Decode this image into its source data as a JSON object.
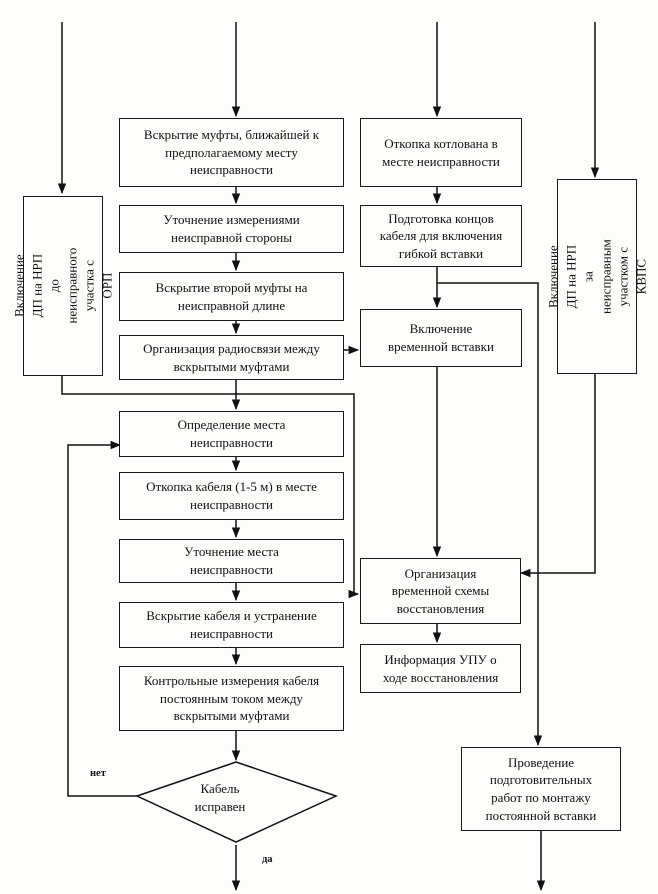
{
  "flowchart": {
    "left_branch": {
      "box_dp_orp": "Включение ДП на НРП\nдо неисправного\nучастка с ОРП"
    },
    "center_column": {
      "open_nearest_coupling": "Вскрытие муфты, ближайшей к\nпредполагаемому месту\nнеисправности",
      "refine_faulty_side": "Уточнение измерениями\nнеисправной стороны",
      "open_second_coupling": "Вскрытие второй муфты на\nнеисправной длине",
      "organize_radio_link": "Организация радиосвязи между\nвскрытыми муфтами",
      "determine_fault_location": "Определение места\nнеисправности",
      "dig_cable": "Откопка кабеля (1-5 м) в месте\nнеисправности",
      "refine_fault_location": "Уточнение места\nнеисправности",
      "open_cable_fix": "Вскрытие кабеля и устранение\nнеисправности",
      "control_measurements": "Контрольные измерения кабеля\nпостоянным током между\nвскрытыми муфтами"
    },
    "decision": {
      "text": "Кабель\nисправен",
      "no_label": "нет",
      "yes_label": "да"
    },
    "right_column": {
      "dig_pit": "Откопка котлована в\nместе неисправности",
      "prepare_cable_ends": "Подготовка концов\nкабеля для включения\nгибкой вставки",
      "temporary_insert": "Включение\nвременной вставки",
      "temporary_scheme": "Организация\nвременной схемы\nвосстановления",
      "inform_upu": "Информация УПУ о\nходе восстановления"
    },
    "far_right": {
      "box_dp_kvps": "Включение ДП на НРП\nза неисправным\nучастком с КВПС",
      "preparatory_works": "Проведение\nподготовительных\nработ по монтажу\nпостоянной вставки"
    }
  }
}
